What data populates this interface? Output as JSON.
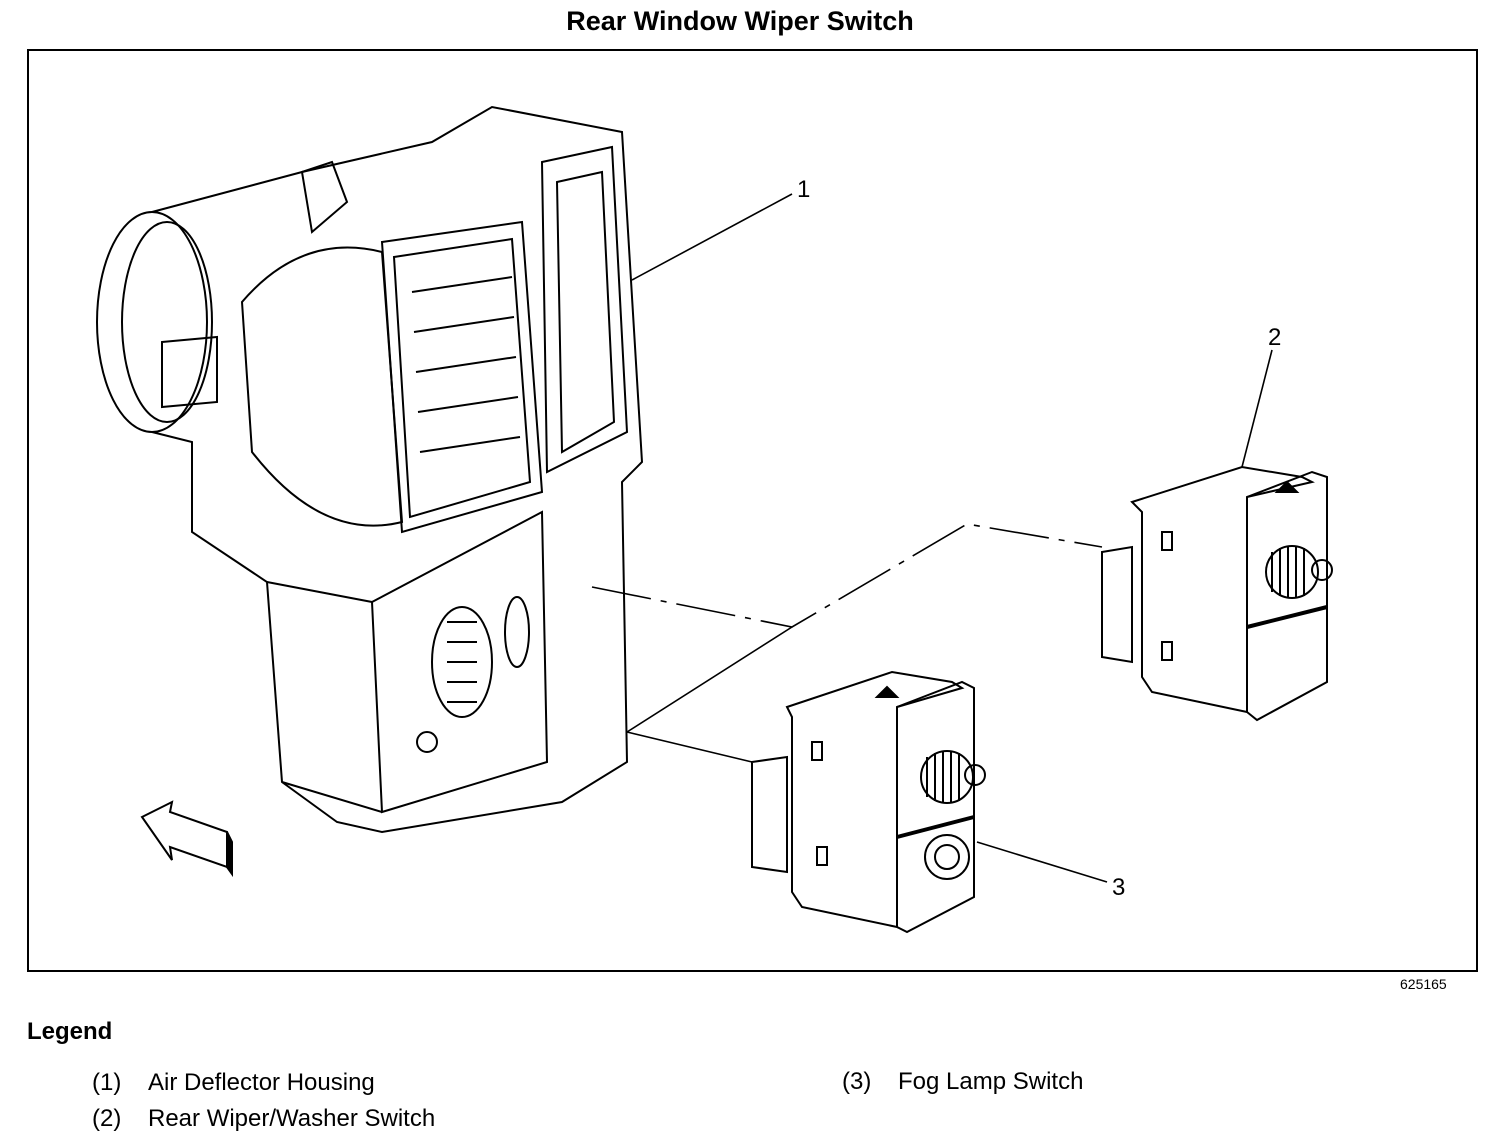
{
  "title": "Rear Window Wiper Switch",
  "figure_number": "625165",
  "callouts": [
    "1",
    "2",
    "3"
  ],
  "legend": {
    "heading": "Legend",
    "items": [
      {
        "num": "(1)",
        "label": "Air Deflector Housing"
      },
      {
        "num": "(2)",
        "label": "Rear Wiper/Washer Switch"
      },
      {
        "num": "(3)",
        "label": "Fog Lamp Switch"
      }
    ]
  }
}
